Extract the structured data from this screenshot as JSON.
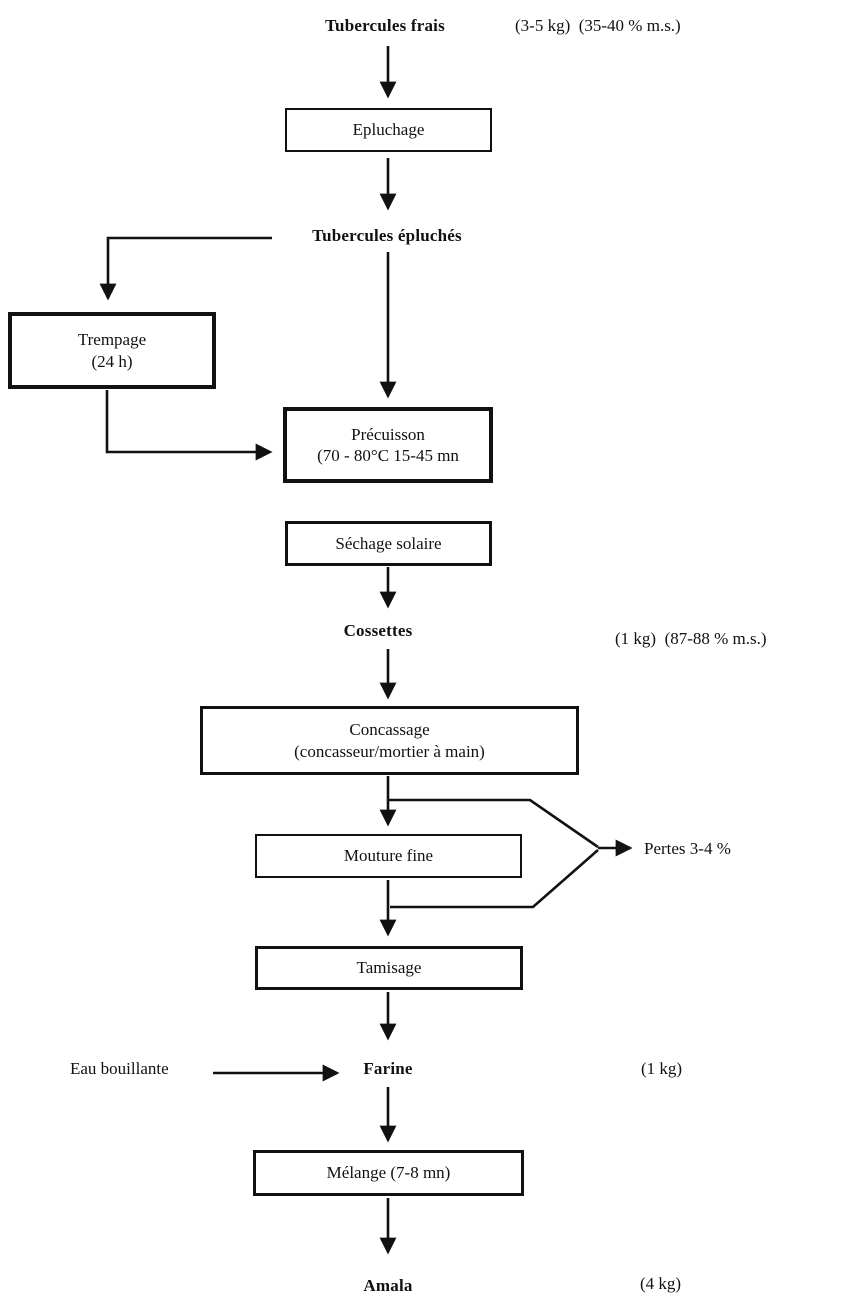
{
  "document": {
    "type": "process-flowchart",
    "language": "fr",
    "subject": "Fabrication de l'amala à partir de tubercules frais"
  },
  "colors": {
    "ink": "#111111",
    "paper": "#ffffff"
  },
  "flow": {
    "tubercules_frais": {
      "label": "Tubercules frais",
      "annotation": "(3-5 kg)  (35-40 % m.s.)"
    },
    "epluchage": {
      "label": "Epluchage"
    },
    "tubercules_epluches": {
      "label": "Tubercules épluchés"
    },
    "trempage": {
      "label": "Trempage",
      "detail": "(24 h)"
    },
    "precuisson": {
      "label": "Précuisson",
      "detail": "(70 - 80°C 15-45 mn"
    },
    "sechage_solaire": {
      "label": "Séchage solaire"
    },
    "cossettes": {
      "label": "Cossettes",
      "annotation": "(1 kg)  (87-88 % m.s.)"
    },
    "concassage": {
      "label": "Concassage",
      "detail": "(concasseur/mortier à main)"
    },
    "mouture_fine": {
      "label": "Mouture fine"
    },
    "pertes": {
      "label": "Pertes 3-4 %"
    },
    "tamisage": {
      "label": "Tamisage"
    },
    "eau_bouillante": {
      "label": "Eau bouillante"
    },
    "farine": {
      "label": "Farine",
      "annotation": "(1 kg)"
    },
    "melange": {
      "label": "Mélange (7-8 mn)"
    },
    "amala": {
      "label": "Amala",
      "annotation": "(4 kg)"
    }
  },
  "edges": [
    {
      "from": "tubercules_frais",
      "to": "epluchage"
    },
    {
      "from": "epluchage",
      "to": "tubercules_epluches"
    },
    {
      "from": "tubercules_epluches",
      "to": "trempage"
    },
    {
      "from": "tubercules_epluches",
      "to": "precuisson"
    },
    {
      "from": "trempage",
      "to": "precuisson"
    },
    {
      "from": "precuisson",
      "to": "sechage_solaire"
    },
    {
      "from": "sechage_solaire",
      "to": "cossettes"
    },
    {
      "from": "cossettes",
      "to": "concassage"
    },
    {
      "from": "concassage",
      "to": "mouture_fine"
    },
    {
      "from": "concassage",
      "to": "pertes"
    },
    {
      "from": "mouture_fine",
      "to": "pertes"
    },
    {
      "from": "mouture_fine",
      "to": "tamisage"
    },
    {
      "from": "tamisage",
      "to": "farine"
    },
    {
      "from": "eau_bouillante",
      "to": "farine"
    },
    {
      "from": "farine",
      "to": "melange"
    },
    {
      "from": "melange",
      "to": "amala"
    }
  ]
}
